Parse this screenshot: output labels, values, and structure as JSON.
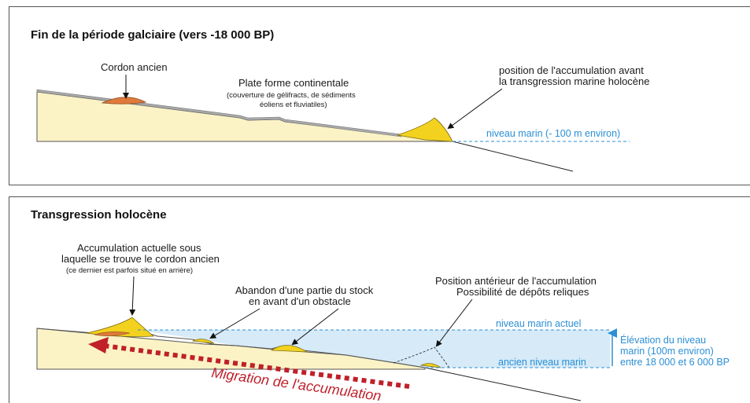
{
  "colors": {
    "sand": "#fbf3c6",
    "gravel": "#a9a9a9",
    "accumulation": "#f2d21f",
    "old_bar": "#e07a3c",
    "sea_level": "#2b8fd6",
    "sea_fill": "#cfe6f7",
    "migration": "#c0202a"
  },
  "panel1": {
    "title": "Fin de la période galciaire (vers -18 000 BP)",
    "cordon_label": "Cordon ancien",
    "platform_label": "Plate forme continentale",
    "platform_note_1": "(couverture de gélifracts, de sédiments",
    "platform_note_2": "éoliens et fluviatiles)",
    "position_label_1": "position de l'accumulation avant",
    "position_label_2": "la transgression marine holocène",
    "sea_level_label": "niveau marin (- 100 m environ)"
  },
  "panel2": {
    "title": "Transgression holocène",
    "current_accum_1": "Accumulation actuelle sous",
    "current_accum_2": "laquelle se trouve le cordon ancien",
    "current_accum_note": "(ce dernier est parfois situé en arrière)",
    "abandon_1": "Abandon d'une partie du stock",
    "abandon_2": "en avant d'un obstacle",
    "previous_pos_1": "Position antérieur de l'accumulation",
    "previous_pos_2": "Possibilité de dépôts reliques",
    "current_sea_label": "niveau marin actuel",
    "old_sea_label": "ancien niveau marin",
    "elevation_1": "Élévation du niveau",
    "elevation_2": "marin (100m environ)",
    "elevation_3": "entre 18 000 et 6 000 BP",
    "migration_label": "Migration de l'accumulation"
  }
}
